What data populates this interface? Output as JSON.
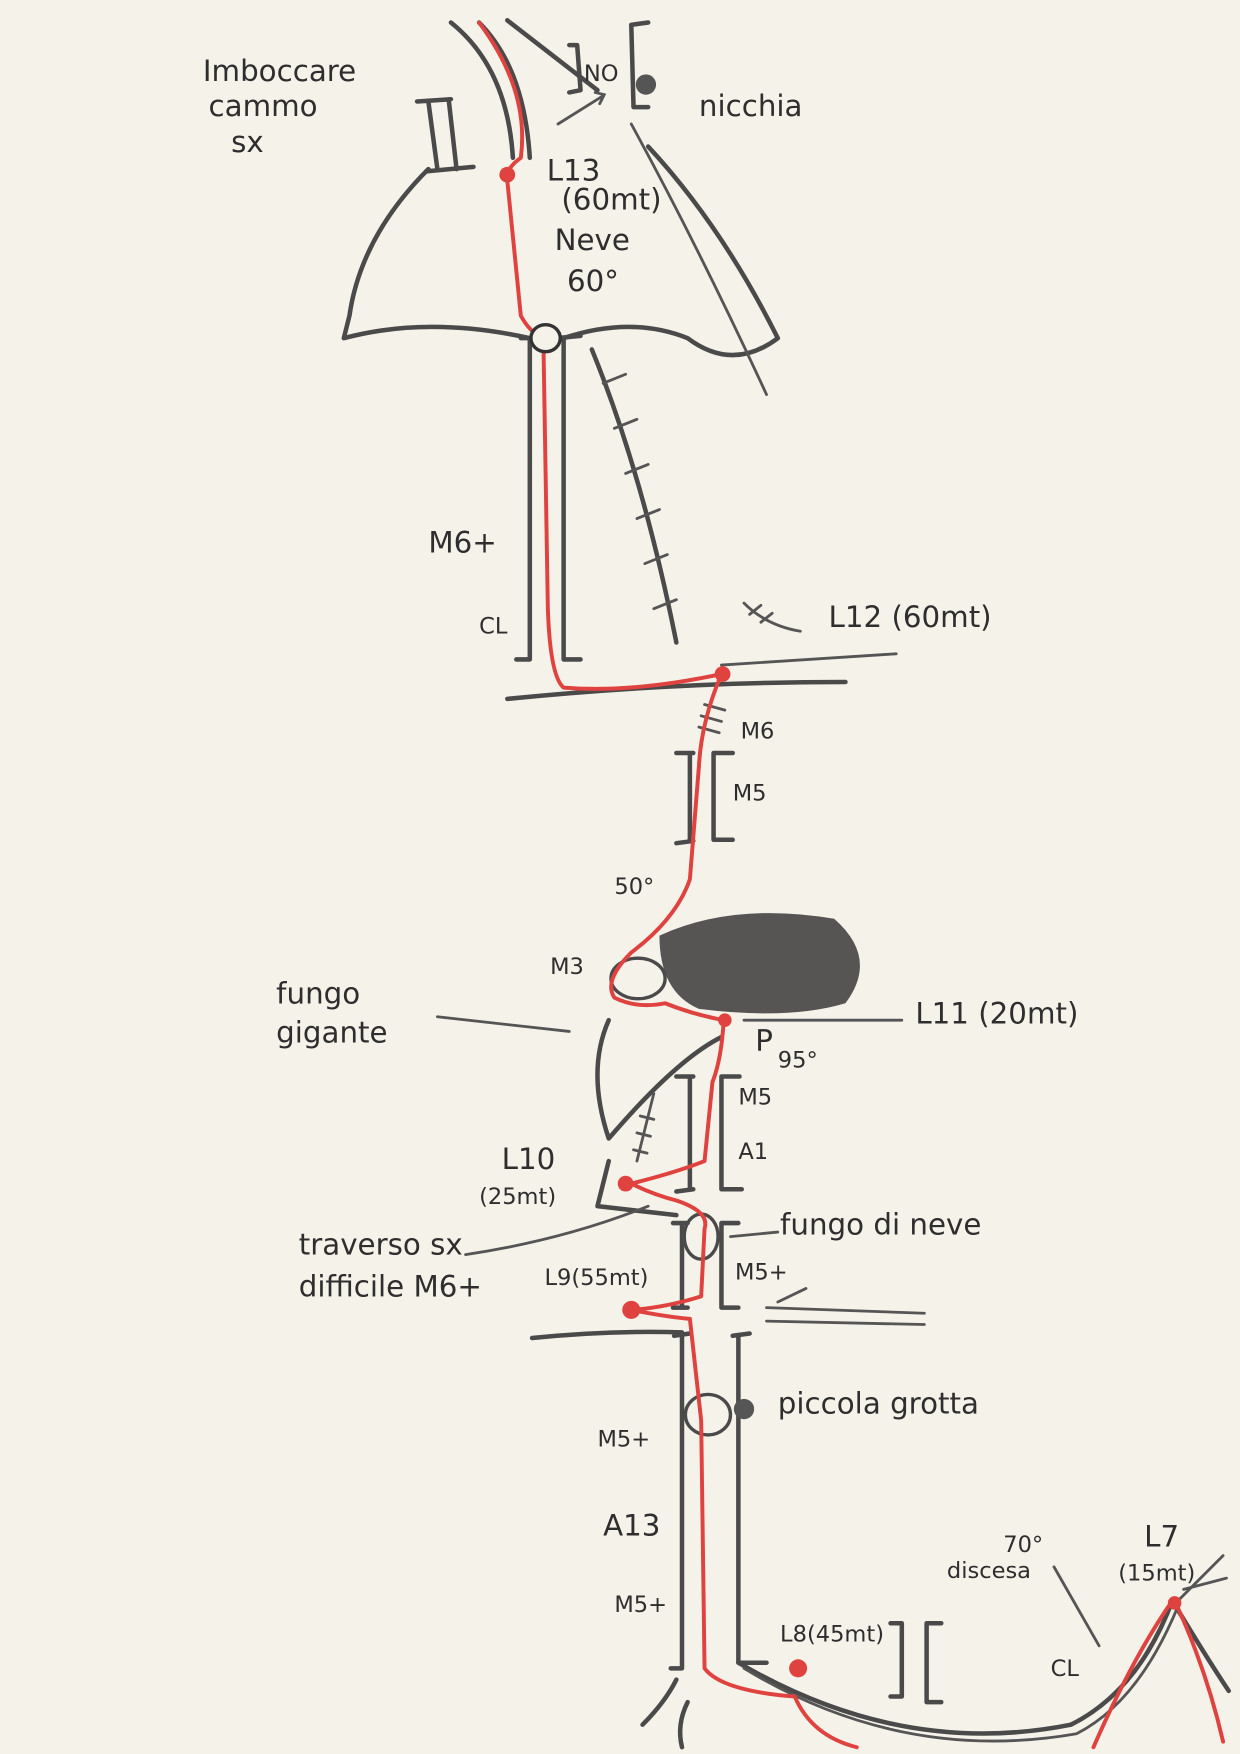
{
  "colors": {
    "paper": "#f5f2ea",
    "pencil": "#4a4a4a",
    "route": "#e0423f"
  },
  "labels": {
    "imboccare_1": "Imboccare",
    "imboccare_2": "cammo",
    "imboccare_3": "sx",
    "no": "NO",
    "nicchia": "nicchia",
    "l13": "L13",
    "l13_len": "(60mt)",
    "neve": "Neve",
    "neve_angle": "60°",
    "m6plus_top": "M6+",
    "cl_top": "CL",
    "l12": "L12 (60mt)",
    "m6": "M6",
    "m5_a": "M5",
    "angle50": "50°",
    "m3": "M3",
    "fungo_1": "fungo",
    "fungo_2": "gigante",
    "l11": "L11 (20mt)",
    "p": "P",
    "angle95": "95°",
    "m5_b": "M5",
    "a1": "A1",
    "l10": "L10",
    "l10_len": "(25mt)",
    "fungo_neve": "fungo di neve",
    "traverso_1": "traverso sx",
    "traverso_2": "difficile M6+",
    "l9": "L9(55mt)",
    "m5plus_a": "M5+",
    "grotta": "piccola grotta",
    "m5plus_b": "M5+",
    "a13": "A13",
    "m5plus_c": "M5+",
    "l8": "L8(45mt)",
    "discesa": "discesa",
    "angle70": "70°",
    "l7": "L7",
    "l7_len": "(15mt)",
    "cl_bottom": "CL"
  }
}
